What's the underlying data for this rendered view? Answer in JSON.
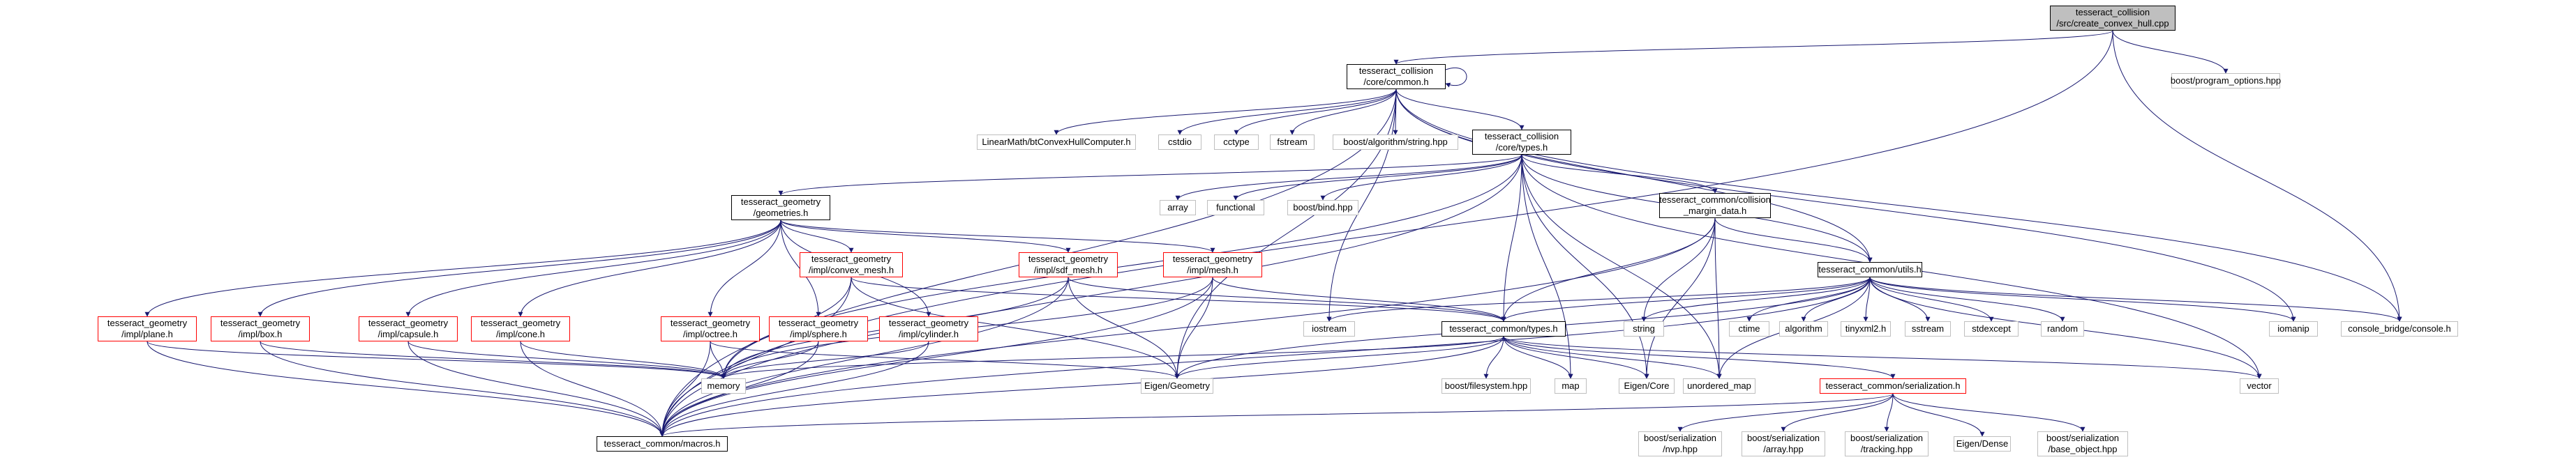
{
  "colors": {
    "edge": "#191970",
    "root_fill": "#bfbfbf",
    "black_border": "#000000",
    "grey_border": "#bfbfbf",
    "red_border": "#ff0000"
  },
  "nodes": [
    {
      "id": "root",
      "label": "tesseract_collision\n/src/create_convex_hull.cpp",
      "style": "root"
    },
    {
      "id": "common",
      "label": "tesseract_collision\n/core/common.h",
      "style": "black"
    },
    {
      "id": "program_options",
      "label": "boost/program_options.hpp",
      "style": "grey"
    },
    {
      "id": "linearmath",
      "label": "LinearMath/btConvexHullComputer.h",
      "style": "grey"
    },
    {
      "id": "cstdio",
      "label": "cstdio",
      "style": "grey"
    },
    {
      "id": "cctype",
      "label": "cctype",
      "style": "grey"
    },
    {
      "id": "fstream",
      "label": "fstream",
      "style": "grey"
    },
    {
      "id": "boost_string",
      "label": "boost/algorithm/string.hpp",
      "style": "grey"
    },
    {
      "id": "types",
      "label": "tesseract_collision\n/core/types.h",
      "style": "black"
    },
    {
      "id": "array",
      "label": "array",
      "style": "grey"
    },
    {
      "id": "functional",
      "label": "functional",
      "style": "grey"
    },
    {
      "id": "boost_bind",
      "label": "boost/bind.hpp",
      "style": "grey"
    },
    {
      "id": "geometries",
      "label": "tesseract_geometry\n/geometries.h",
      "style": "black"
    },
    {
      "id": "margin",
      "label": "tesseract_common/collision\n_margin_data.h",
      "style": "black"
    },
    {
      "id": "utils",
      "label": "tesseract_common/utils.h",
      "style": "black"
    },
    {
      "id": "convex_mesh",
      "label": "tesseract_geometry\n/impl/convex_mesh.h",
      "style": "red"
    },
    {
      "id": "sdf_mesh",
      "label": "tesseract_geometry\n/impl/sdf_mesh.h",
      "style": "red"
    },
    {
      "id": "mesh",
      "label": "tesseract_geometry\n/impl/mesh.h",
      "style": "red"
    },
    {
      "id": "plane",
      "label": "tesseract_geometry\n/impl/plane.h",
      "style": "red"
    },
    {
      "id": "box",
      "label": "tesseract_geometry\n/impl/box.h",
      "style": "red"
    },
    {
      "id": "capsule",
      "label": "tesseract_geometry\n/impl/capsule.h",
      "style": "red"
    },
    {
      "id": "cone",
      "label": "tesseract_geometry\n/impl/cone.h",
      "style": "red"
    },
    {
      "id": "octree",
      "label": "tesseract_geometry\n/impl/octree.h",
      "style": "red"
    },
    {
      "id": "sphere",
      "label": "tesseract_geometry\n/impl/sphere.h",
      "style": "red"
    },
    {
      "id": "cylinder",
      "label": "tesseract_geometry\n/impl/cylinder.h",
      "style": "red"
    },
    {
      "id": "iostream",
      "label": "iostream",
      "style": "grey"
    },
    {
      "id": "common_types",
      "label": "tesseract_common/types.h",
      "style": "black"
    },
    {
      "id": "string",
      "label": "string",
      "style": "grey"
    },
    {
      "id": "ctime",
      "label": "ctime",
      "style": "grey"
    },
    {
      "id": "algorithm",
      "label": "algorithm",
      "style": "grey"
    },
    {
      "id": "tinyxml2",
      "label": "tinyxml2.h",
      "style": "grey"
    },
    {
      "id": "sstream",
      "label": "sstream",
      "style": "grey"
    },
    {
      "id": "stdexcept",
      "label": "stdexcept",
      "style": "grey"
    },
    {
      "id": "random",
      "label": "random",
      "style": "grey"
    },
    {
      "id": "iomanip",
      "label": "iomanip",
      "style": "grey"
    },
    {
      "id": "console_bridge",
      "label": "console_bridge/console.h",
      "style": "grey"
    },
    {
      "id": "memory",
      "label": "memory",
      "style": "grey"
    },
    {
      "id": "eigen_geometry",
      "label": "Eigen/Geometry",
      "style": "grey"
    },
    {
      "id": "boost_filesystem",
      "label": "boost/filesystem.hpp",
      "style": "grey"
    },
    {
      "id": "map",
      "label": "map",
      "style": "grey"
    },
    {
      "id": "eigen_core",
      "label": "Eigen/Core",
      "style": "grey"
    },
    {
      "id": "unordered_map",
      "label": "unordered_map",
      "style": "grey"
    },
    {
      "id": "serialization",
      "label": "tesseract_common/serialization.h",
      "style": "red"
    },
    {
      "id": "vector",
      "label": "vector",
      "style": "grey"
    },
    {
      "id": "macros",
      "label": "tesseract_common/macros.h",
      "style": "black"
    },
    {
      "id": "nvp",
      "label": "boost/serialization\n/nvp.hpp",
      "style": "grey"
    },
    {
      "id": "ser_array",
      "label": "boost/serialization\n/array.hpp",
      "style": "grey"
    },
    {
      "id": "tracking",
      "label": "boost/serialization\n/tracking.hpp",
      "style": "grey"
    },
    {
      "id": "eigen_dense",
      "label": "Eigen/Dense",
      "style": "grey"
    },
    {
      "id": "base_object",
      "label": "boost/serialization\n/base_object.hpp",
      "style": "grey"
    }
  ],
  "edges": [
    [
      "root",
      "common"
    ],
    [
      "root",
      "program_options"
    ],
    [
      "root",
      "macros"
    ],
    [
      "root",
      "console_bridge"
    ],
    [
      "common",
      "common"
    ],
    [
      "common",
      "linearmath"
    ],
    [
      "common",
      "cstdio"
    ],
    [
      "common",
      "cctype"
    ],
    [
      "common",
      "fstream"
    ],
    [
      "common",
      "boost_string"
    ],
    [
      "common",
      "types"
    ],
    [
      "common",
      "macros"
    ],
    [
      "common",
      "eigen_geometry"
    ],
    [
      "common",
      "utils"
    ],
    [
      "common",
      "iostream"
    ],
    [
      "common",
      "iomanip"
    ],
    [
      "common",
      "console_bridge"
    ],
    [
      "types",
      "array"
    ],
    [
      "types",
      "functional"
    ],
    [
      "types",
      "boost_bind"
    ],
    [
      "types",
      "geometries"
    ],
    [
      "types",
      "margin"
    ],
    [
      "types",
      "utils"
    ],
    [
      "types",
      "common_types"
    ],
    [
      "types",
      "memory"
    ],
    [
      "types",
      "map"
    ],
    [
      "types",
      "eigen_core"
    ],
    [
      "types",
      "vector"
    ],
    [
      "types",
      "unordered_map"
    ],
    [
      "types",
      "macros"
    ],
    [
      "geometries",
      "convex_mesh"
    ],
    [
      "geometries",
      "sdf_mesh"
    ],
    [
      "geometries",
      "mesh"
    ],
    [
      "geometries",
      "plane"
    ],
    [
      "geometries",
      "box"
    ],
    [
      "geometries",
      "capsule"
    ],
    [
      "geometries",
      "cone"
    ],
    [
      "geometries",
      "octree"
    ],
    [
      "geometries",
      "sphere"
    ],
    [
      "geometries",
      "cylinder"
    ],
    [
      "margin",
      "common_types"
    ],
    [
      "margin",
      "eigen_core"
    ],
    [
      "margin",
      "unordered_map"
    ],
    [
      "margin",
      "string"
    ],
    [
      "margin",
      "macros"
    ],
    [
      "margin",
      "utils"
    ],
    [
      "utils",
      "iostream"
    ],
    [
      "utils",
      "string"
    ],
    [
      "utils",
      "ctime"
    ],
    [
      "utils",
      "algorithm"
    ],
    [
      "utils",
      "tinyxml2"
    ],
    [
      "utils",
      "sstream"
    ],
    [
      "utils",
      "stdexcept"
    ],
    [
      "utils",
      "random"
    ],
    [
      "utils",
      "iomanip"
    ],
    [
      "utils",
      "console_bridge"
    ],
    [
      "utils",
      "common_types"
    ],
    [
      "utils",
      "eigen_geometry"
    ],
    [
      "utils",
      "macros"
    ],
    [
      "utils",
      "vector"
    ],
    [
      "utils",
      "unordered_map"
    ],
    [
      "convex_mesh",
      "common_types"
    ],
    [
      "convex_mesh",
      "eigen_geometry"
    ],
    [
      "convex_mesh",
      "memory"
    ],
    [
      "convex_mesh",
      "macros"
    ],
    [
      "sdf_mesh",
      "common_types"
    ],
    [
      "sdf_mesh",
      "eigen_geometry"
    ],
    [
      "sdf_mesh",
      "memory"
    ],
    [
      "sdf_mesh",
      "macros"
    ],
    [
      "mesh",
      "common_types"
    ],
    [
      "mesh",
      "eigen_geometry"
    ],
    [
      "mesh",
      "memory"
    ],
    [
      "mesh",
      "macros"
    ],
    [
      "plane",
      "memory"
    ],
    [
      "plane",
      "macros"
    ],
    [
      "box",
      "memory"
    ],
    [
      "box",
      "macros"
    ],
    [
      "capsule",
      "memory"
    ],
    [
      "capsule",
      "macros"
    ],
    [
      "cone",
      "memory"
    ],
    [
      "cone",
      "macros"
    ],
    [
      "octree",
      "memory"
    ],
    [
      "octree",
      "macros"
    ],
    [
      "octree",
      "eigen_geometry"
    ],
    [
      "sphere",
      "memory"
    ],
    [
      "sphere",
      "macros"
    ],
    [
      "cylinder",
      "memory"
    ],
    [
      "cylinder",
      "macros"
    ],
    [
      "common_types",
      "memory"
    ],
    [
      "common_types",
      "eigen_geometry"
    ],
    [
      "common_types",
      "boost_filesystem"
    ],
    [
      "common_types",
      "map"
    ],
    [
      "common_types",
      "eigen_core"
    ],
    [
      "common_types",
      "unordered_map"
    ],
    [
      "common_types",
      "serialization"
    ],
    [
      "common_types",
      "vector"
    ],
    [
      "common_types",
      "macros"
    ],
    [
      "serialization",
      "macros"
    ],
    [
      "serialization",
      "nvp"
    ],
    [
      "serialization",
      "ser_array"
    ],
    [
      "serialization",
      "tracking"
    ],
    [
      "serialization",
      "eigen_dense"
    ],
    [
      "serialization",
      "base_object"
    ]
  ]
}
